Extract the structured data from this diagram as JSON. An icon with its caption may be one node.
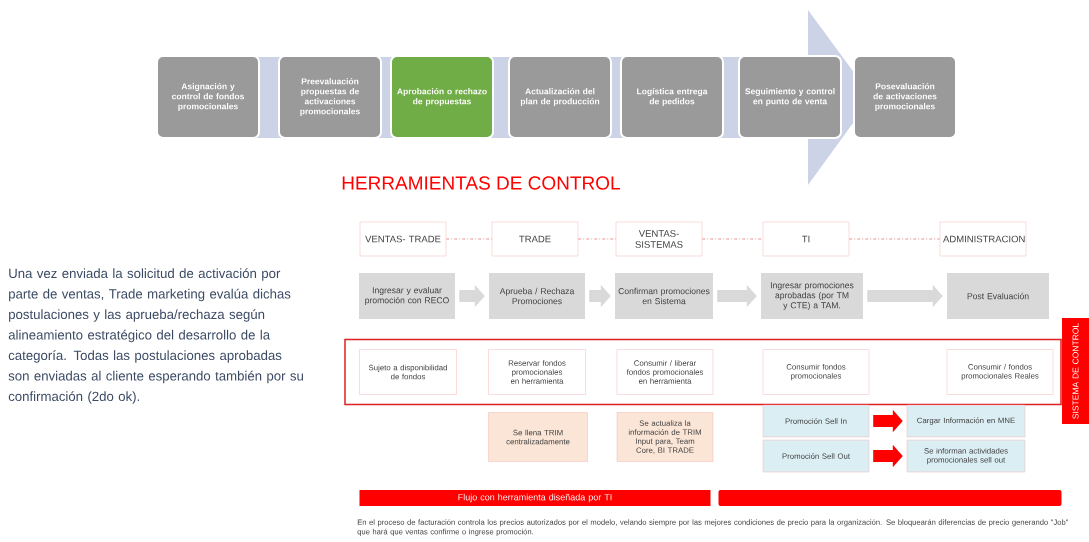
{
  "diagram": {
    "title": "HERRAMIENTAS DE CONTROL",
    "nodes": [
      {
        "text": [
          "Asignación y control de fondos promocionales"
        ]
      },
      {
        "text": [
          "Preevaluación propuestas de activaciones promocionales"
        ]
      },
      {
        "text": [
          "Aprobación o rechazo de propuestas"
        ]
      },
      {
        "text": [
          "Actualización del plan de producción"
        ]
      },
      {
        "text": [
          "Logística entrega de pedidos"
        ]
      },
      {
        "text": [
          "Seguimiento y control en punto de venta"
        ]
      },
      {
        "text": [
          "Posevaluación de activaciones promocionales"
        ]
      },
      {
        "text": [
          "VENTAS- TRADE"
        ]
      },
      {
        "text": [
          "TRADE"
        ]
      },
      {
        "text": [
          "VENTAS- SISTEMAS"
        ]
      },
      {
        "text": [
          "TI"
        ]
      },
      {
        "text": [
          "ADMINISTRACION"
        ]
      },
      {
        "text": [
          "Ingresar y evaluar promoción con RECO"
        ]
      },
      {
        "text": [
          "Aprueba / Rechaza Promociones"
        ]
      },
      {
        "text": [
          "Confirman promociones en Sistema"
        ]
      },
      {
        "text": [
          "Ingresar promociones aprobadas (por TM y CTE) a TAM."
        ]
      },
      {
        "text": [
          "Post Evaluación"
        ]
      },
      {
        "text": [],
        "shape": "box"
      },
      {
        "text": [
          "Sujeto a disponibilidad de fondos"
        ],
        "in": 17
      },
      {
        "text": [
          "Reservar fondos promocionales en herramienta"
        ],
        "in": 17
      },
      {
        "text": [
          "Consumir / liberar fondos promocionales en herramienta"
        ],
        "in": 17
      },
      {
        "text": [
          "Consumir fondos promocionales"
        ],
        "in": 17
      },
      {
        "text": [
          "Consumir / fondos promocionales Reales"
        ],
        "in": 17
      },
      {
        "text": [
          "Se llena TRIM centralizadamente"
        ]
      },
      {
        "text": [
          "Se actualiza la información de TRIM Input para, Team Core, BI TRADE"
        ]
      },
      {
        "text": [
          "Promoción Sell In"
        ]
      },
      {
        "text": [
          "Promoción Sell Out"
        ]
      },
      {
        "text": [
          "Cargar Información en MNE"
        ]
      },
      {
        "text": [
          "Se informan actividades promocionales sell out"
        ]
      },
      {
        "text": [
          "Flujo con herramienta diseñada por TI"
        ]
      },
      {
        "text": [],
        "shape": "bar"
      },
      {
        "text": [
          "SISTEMA DE CONTROL"
        ]
      }
    ],
    "edges": [
      {
        "from": 7,
        "to": 8,
        "arrow": "none",
        "style": "dashed",
        "color": "#e87878"
      },
      {
        "from": 8,
        "to": 9,
        "arrow": "none",
        "style": "dashed",
        "color": "#e87878"
      },
      {
        "from": 9,
        "to": 10,
        "arrow": "none",
        "style": "dashed",
        "color": "#e87878"
      },
      {
        "from": 10,
        "to": 11,
        "arrow": "none",
        "style": "dashed",
        "color": "#e87878"
      },
      {
        "from": 12,
        "to": 13,
        "arrow": "to",
        "color": "#d9d9d9"
      },
      {
        "from": 13,
        "to": 14,
        "arrow": "to",
        "color": "#d9d9d9"
      },
      {
        "from": 14,
        "to": 15,
        "arrow": "to",
        "color": "#d9d9d9"
      },
      {
        "from": 15,
        "to": 16,
        "arrow": "to",
        "color": "#d9d9d9"
      },
      {
        "from": 25,
        "to": 27,
        "arrow": "to",
        "color": "#ff0000"
      },
      {
        "from": 26,
        "to": 28,
        "arrow": "to",
        "color": "#ff0000"
      }
    ],
    "labels": [
      "Una vez enviada la solicitud de activación por parte de ventas, Trade marketing evalúa dichas postulaciones y las aprueba/rechaza según alineamiento estratégico del desarrollo de la categoría. Todas las postulaciones aprobadas son enviadas al cliente  esperando también por su confirmación (2do ok).",
      "En el proceso de facturación controla los precios autorizados por el modelo, velando siempre por las mejores condiciones de precio para la organización. Se bloquearán diferencias de precio generando \"Job\" que hará que ventas confirme o ingrese promoción."
    ]
  }
}
